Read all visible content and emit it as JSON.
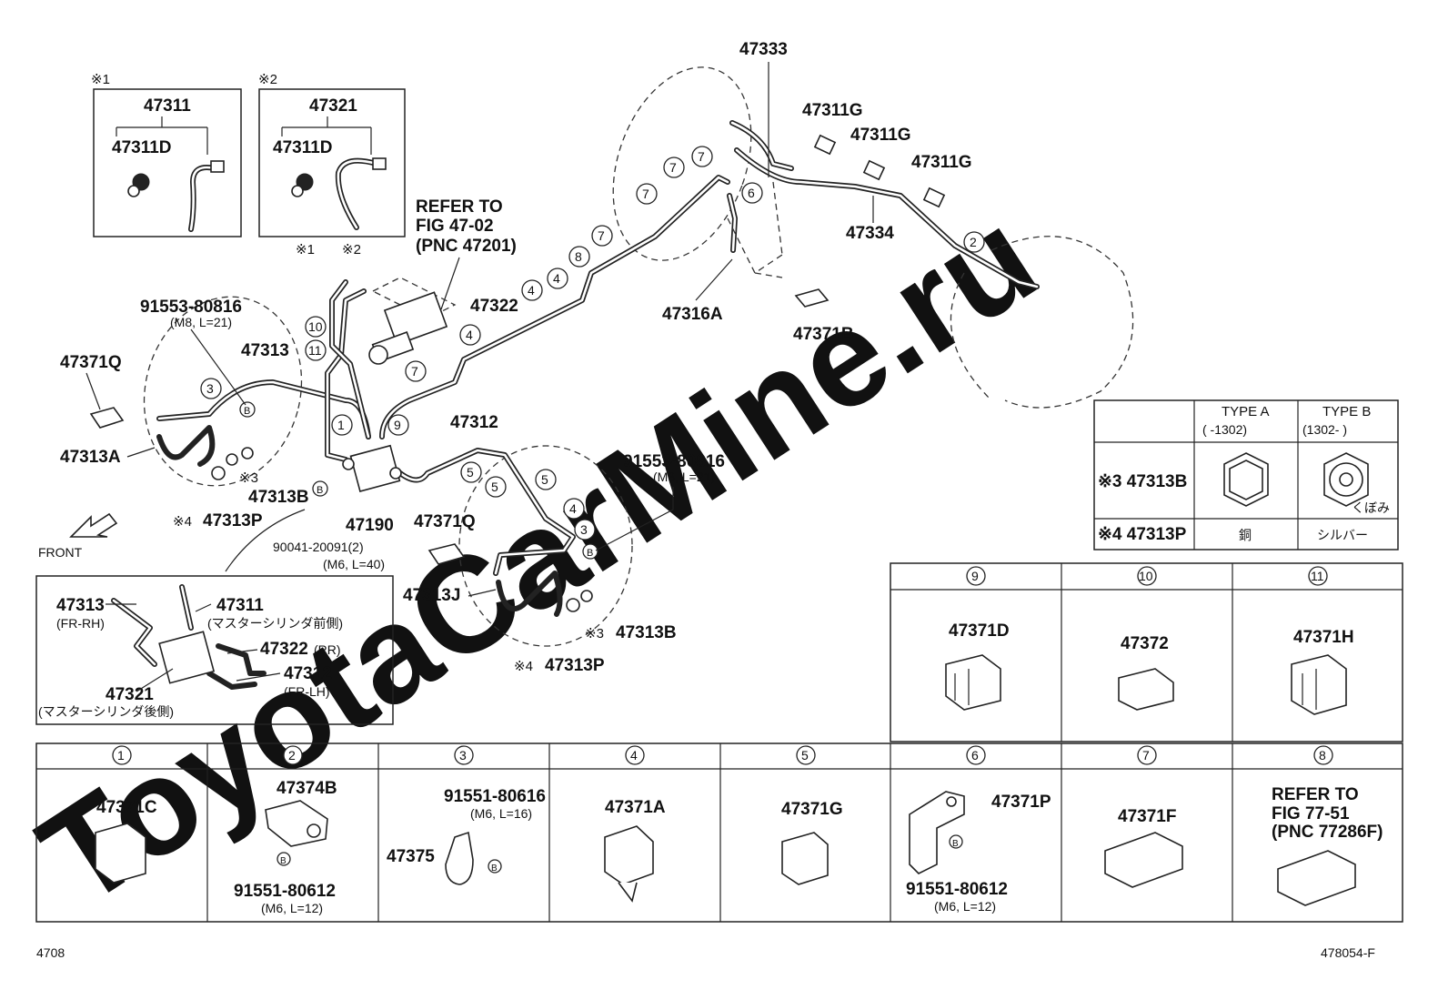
{
  "watermark": "ToyotaCarMine.ru",
  "footer": {
    "left": "4708",
    "right": "478054-F"
  },
  "front_label": "FRONT",
  "refer_top": {
    "line1": "REFER TO",
    "line2": "FIG 47-02",
    "line3": "(PNC 47201)"
  },
  "refer_clip8": {
    "line1": "REFER TO",
    "line2": "FIG 77-51",
    "line3": "(PNC 77286F)"
  },
  "inset1": {
    "mark": "※1",
    "pn_top": "47311",
    "pn_side": "47311D"
  },
  "inset2": {
    "mark": "※2",
    "pn_top": "47321",
    "pn_side": "47311D"
  },
  "marks": {
    "m1": "※1",
    "m2": "※2",
    "m3": "※3",
    "m4": "※4",
    "b": "B"
  },
  "circled": [
    "1",
    "2",
    "3",
    "4",
    "5",
    "6",
    "7",
    "8",
    "9",
    "10",
    "11"
  ],
  "labels": {
    "p47333": "47333",
    "p47311G": "47311G",
    "p47334": "47334",
    "p47322": "47322",
    "p47316A": "47316A",
    "p47371B": "47371B",
    "p47313": "47313",
    "p47371Q": "47371Q",
    "p47313A": "47313A",
    "p47313B": "47313B",
    "p47313P": "47313P",
    "p47190": "47190",
    "p47312": "47312",
    "p47313J": "47313J",
    "bolt_left": "91553-80816",
    "bolt_left_spec": "(M8, L=21)",
    "bolt_right": "91553-80816",
    "bolt_right_spec": "(M8, L=21)",
    "bolt_mid": "90041-20091(2)",
    "bolt_mid_spec": "(M6, L=40)"
  },
  "detail": {
    "p47313": "47313",
    "p47313_sub": "(FR-RH)",
    "p47311": "47311",
    "p47311_sub": "(マスターシリンダ前側)",
    "p47322": "47322",
    "p47322_sub": "(RR)",
    "p47312": "47312",
    "p47312_sub": "(FR-LH)",
    "p47321": "47321",
    "p47321_sub": "(マスターシリンダ後側)"
  },
  "type_table": {
    "type_a": "TYPE A",
    "type_a_range": "(      -1302)",
    "type_b": "TYPE B",
    "type_b_range": "(1302-      )",
    "row1_label": "※3 47313B",
    "dimple": "くぼみ",
    "row2_label": "※4 47313P",
    "row2_a": "銅",
    "row2_b": "シルバー"
  },
  "clip_panels": [
    {
      "num": "9",
      "parts": [
        "47371D"
      ]
    },
    {
      "num": "10",
      "parts": [
        "47372"
      ]
    },
    {
      "num": "11",
      "parts": [
        "47371H"
      ]
    },
    {
      "num": "1",
      "parts": [
        "47371C"
      ]
    },
    {
      "num": "2",
      "parts": [
        "47374B",
        "91551-80612",
        "(M6, L=12)"
      ]
    },
    {
      "num": "3",
      "parts": [
        "91551-80616",
        "(M6, L=16)",
        "47375"
      ]
    },
    {
      "num": "4",
      "parts": [
        "47371A"
      ]
    },
    {
      "num": "5",
      "parts": [
        "47371G"
      ]
    },
    {
      "num": "6",
      "parts": [
        "47371P",
        "91551-80612",
        "(M6, L=12)"
      ]
    },
    {
      "num": "7",
      "parts": [
        "47371F"
      ]
    },
    {
      "num": "8",
      "parts": []
    }
  ]
}
